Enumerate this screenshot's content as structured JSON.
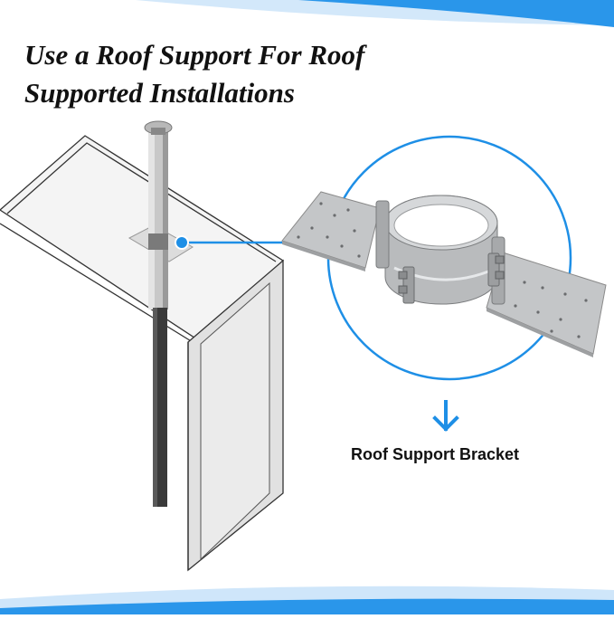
{
  "headline": {
    "line1": "Use a Roof Support For Roof",
    "line2": "Supported Installations"
  },
  "caption": "Roof Support Bracket",
  "colors": {
    "accent_blue": "#1e8fe6",
    "light_blue": "#cfe6fa",
    "pipe_dark": "#3d3d3d",
    "galvanized": "#c9cbcd"
  },
  "icons": [
    "down-arrow-icon",
    "callout-dot-icon"
  ]
}
